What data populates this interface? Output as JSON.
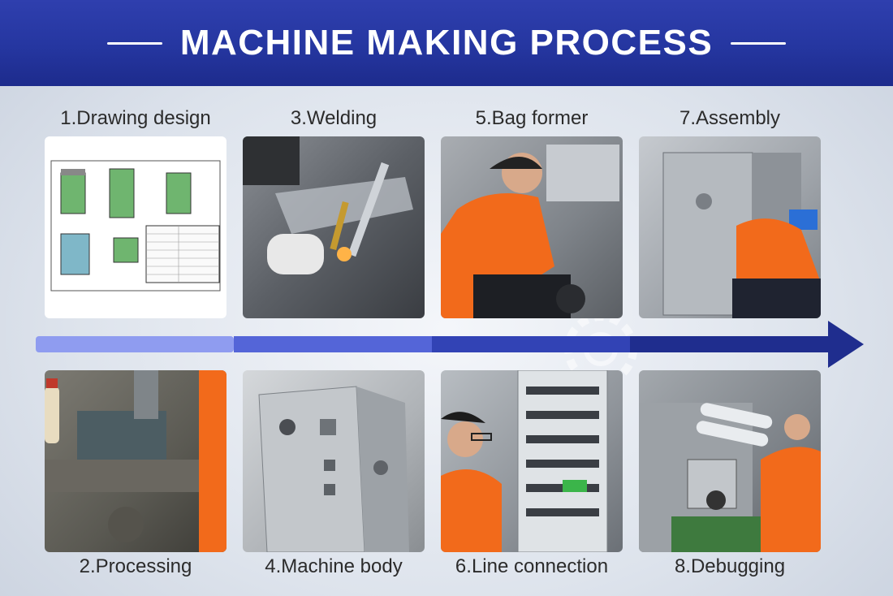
{
  "header": {
    "title": "MACHINE MAKING PROCESS",
    "colors": {
      "band_top": "#2f3fae",
      "band_bottom": "#1d2b8c",
      "text": "#ffffff"
    }
  },
  "steps": [
    {
      "label": "1.Drawing design",
      "photo_subject": "technical-drawing"
    },
    {
      "label": "3.Welding",
      "photo_subject": "welding"
    },
    {
      "label": "5.Bag former",
      "photo_subject": "worker-bag-former"
    },
    {
      "label": "7.Assembly",
      "photo_subject": "assembly"
    },
    {
      "label": "2.Processing",
      "photo_subject": "milling-machine"
    },
    {
      "label": "4.Machine body",
      "photo_subject": "machine-body"
    },
    {
      "label": "6.Line connection",
      "photo_subject": "wiring-cabinet"
    },
    {
      "label": "8.Debugging",
      "photo_subject": "debugging"
    }
  ],
  "timeline": {
    "colors": [
      "#8f9cf0",
      "#5465d8",
      "#3243b5",
      "#1f2d8e"
    ],
    "arrow_color": "#1f2d8e"
  }
}
